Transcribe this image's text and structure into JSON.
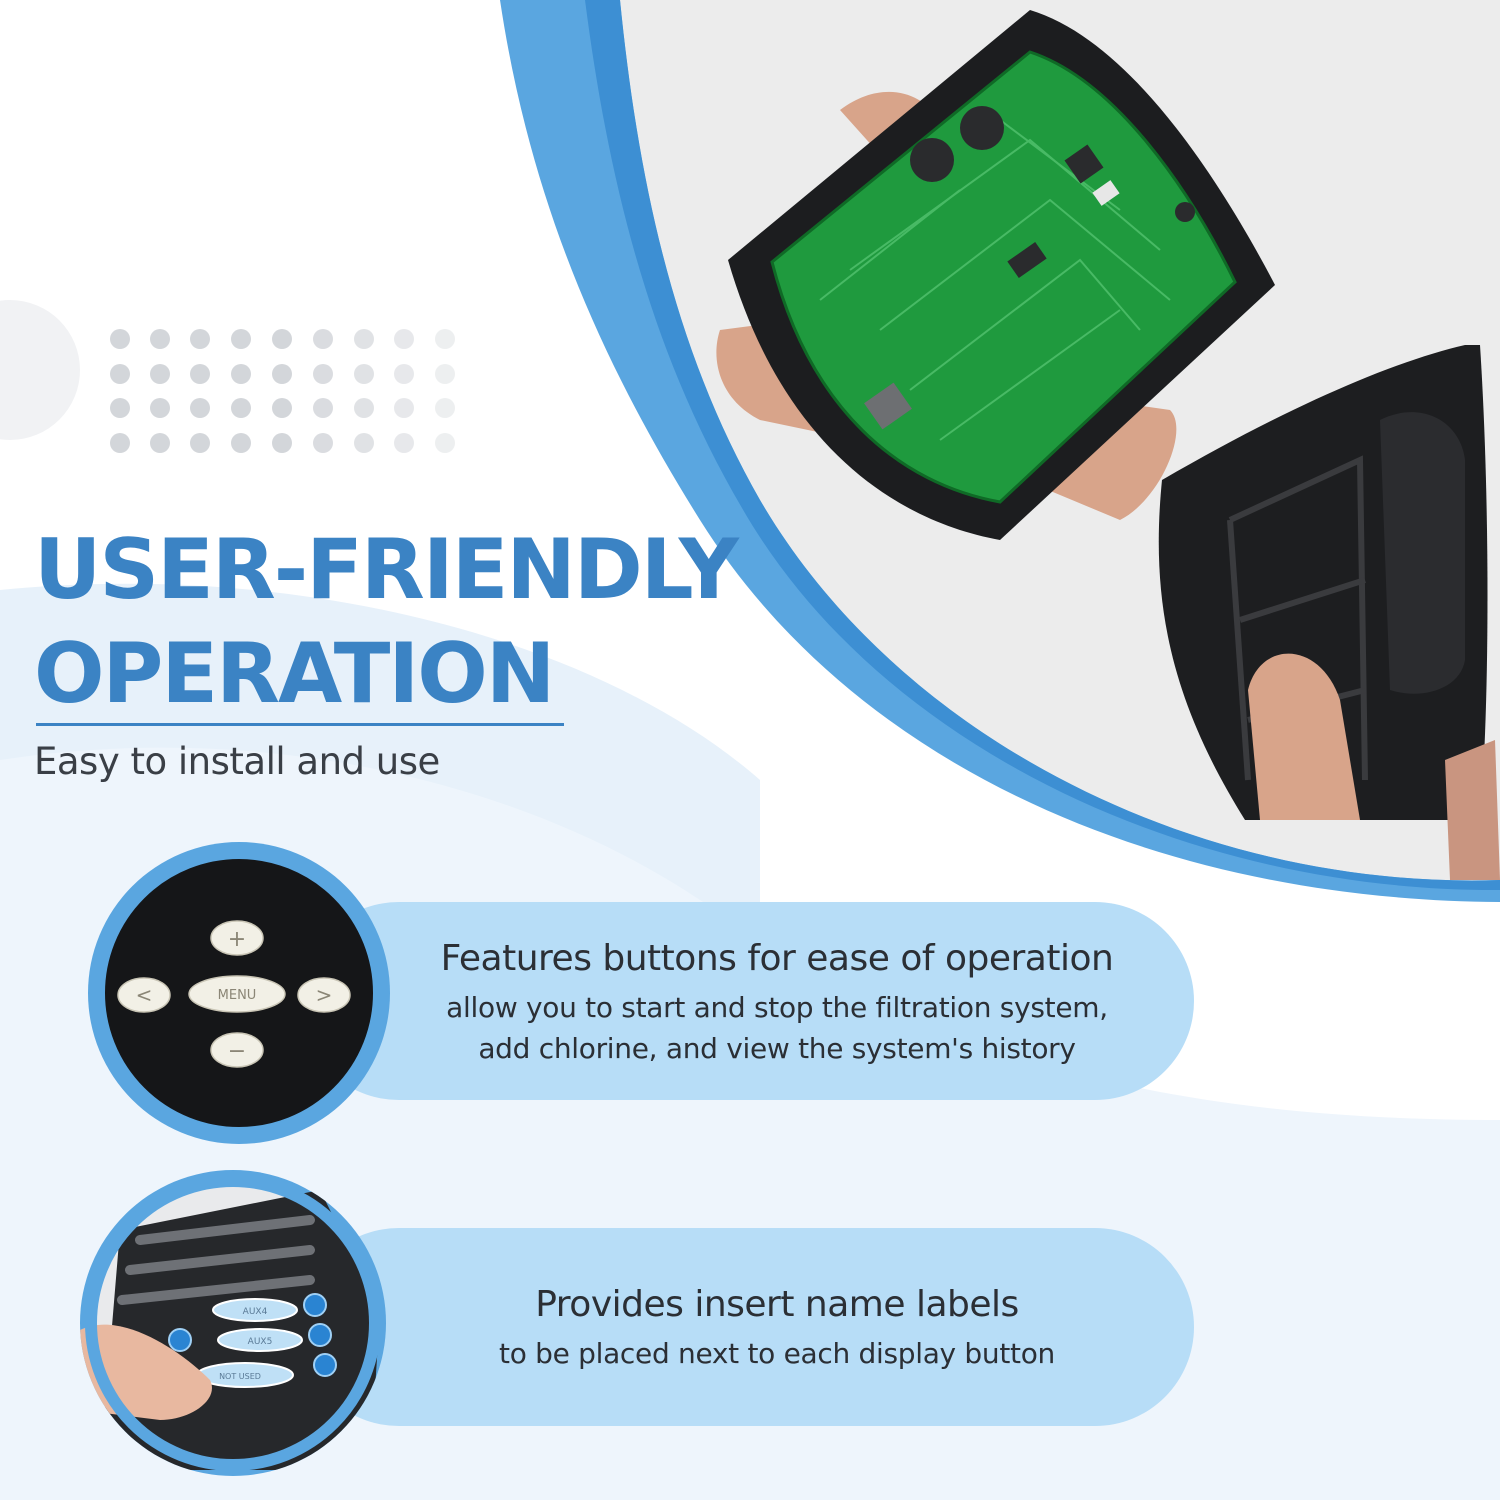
{
  "colors": {
    "accent_blue": "#3b83c4",
    "arc_blue": "#5aa6e0",
    "pill_blue": "#b7ddf7",
    "light_wash": "#dcebf8",
    "photo_bg": "#ececec",
    "dot_gray": "#d0d3d7"
  },
  "headline": {
    "line1": "USER-FRIENDLY",
    "line2": "OPERATION"
  },
  "subtitle": "Easy to install and use",
  "features": [
    {
      "title": "Features buttons for ease of operation",
      "lines": [
        "allow you to start and stop the filtration system,",
        "add chlorine, and view the system's history"
      ],
      "icon": "control-buttons-icon"
    },
    {
      "title": "Provides insert name labels",
      "lines": [
        "to be placed next to each display button"
      ],
      "icon": "name-labels-icon"
    }
  ],
  "keypad": {
    "center_label": "MENU",
    "up": "+",
    "down": "−",
    "left": "<",
    "right": ">"
  },
  "labels_photo": {
    "label_1": "AUX4",
    "label_2": "AUX5",
    "label_3": "NOT USED"
  }
}
